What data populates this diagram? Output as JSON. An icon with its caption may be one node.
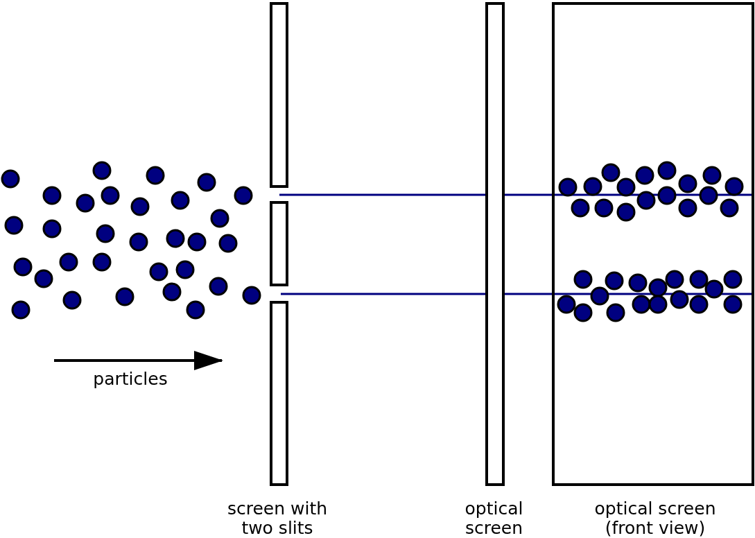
{
  "diagram": {
    "nodes": [
      {
        "text": [
          "screen with two slits"
        ]
      },
      {
        "text": [
          "optical screen"
        ]
      },
      {
        "text": [
          "optical screen (front view)"
        ]
      }
    ],
    "edges": [
      {
        "from": 0,
        "to": 1,
        "arrow": "none"
      },
      {
        "from": 1,
        "to": 2,
        "arrow": "none"
      },
      {
        "from": 0,
        "to": 1,
        "arrow": "none"
      },
      {
        "from": 1,
        "to": 2,
        "arrow": "none"
      }
    ],
    "labels": [
      "particles"
    ]
  }
}
